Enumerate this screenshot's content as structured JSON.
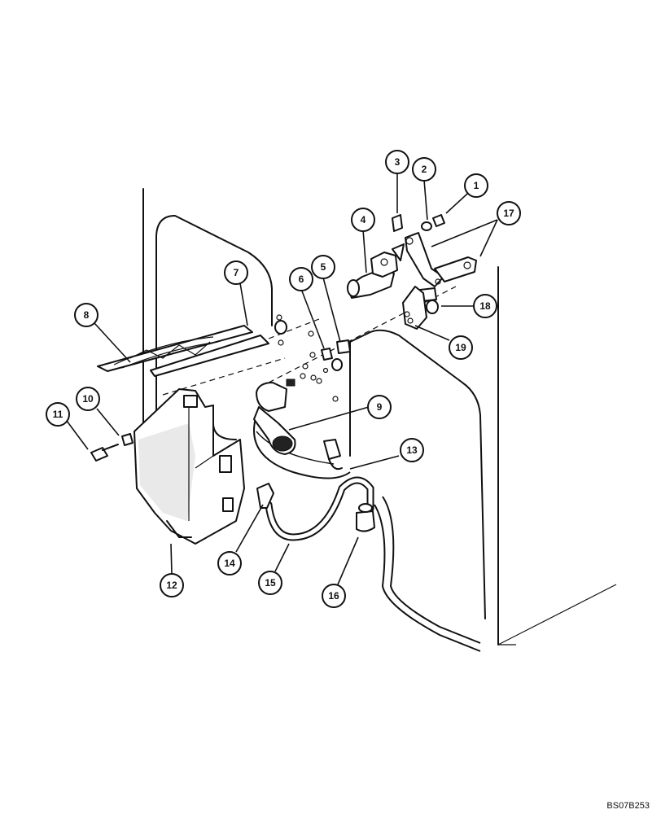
{
  "callouts": [
    {
      "id": "c1",
      "label": "1"
    },
    {
      "id": "c2",
      "label": "2"
    },
    {
      "id": "c3",
      "label": "3"
    },
    {
      "id": "c4",
      "label": "4"
    },
    {
      "id": "c5",
      "label": "5"
    },
    {
      "id": "c6",
      "label": "6"
    },
    {
      "id": "c7",
      "label": "7"
    },
    {
      "id": "c8",
      "label": "8"
    },
    {
      "id": "c9",
      "label": "9"
    },
    {
      "id": "c10",
      "label": "10"
    },
    {
      "id": "c11",
      "label": "11"
    },
    {
      "id": "c12",
      "label": "12"
    },
    {
      "id": "c13",
      "label": "13"
    },
    {
      "id": "c14",
      "label": "14"
    },
    {
      "id": "c15",
      "label": "15"
    },
    {
      "id": "c16",
      "label": "16"
    },
    {
      "id": "c17",
      "label": "17"
    },
    {
      "id": "c18",
      "label": "18"
    },
    {
      "id": "c19",
      "label": "19"
    }
  ],
  "figure_code": "BS07B253"
}
